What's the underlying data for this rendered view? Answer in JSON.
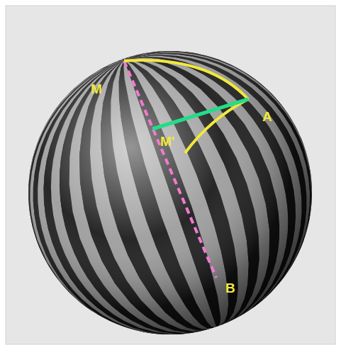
{
  "diagram": {
    "labels": [
      "M",
      "A",
      "M'",
      "B"
    ]
  }
}
